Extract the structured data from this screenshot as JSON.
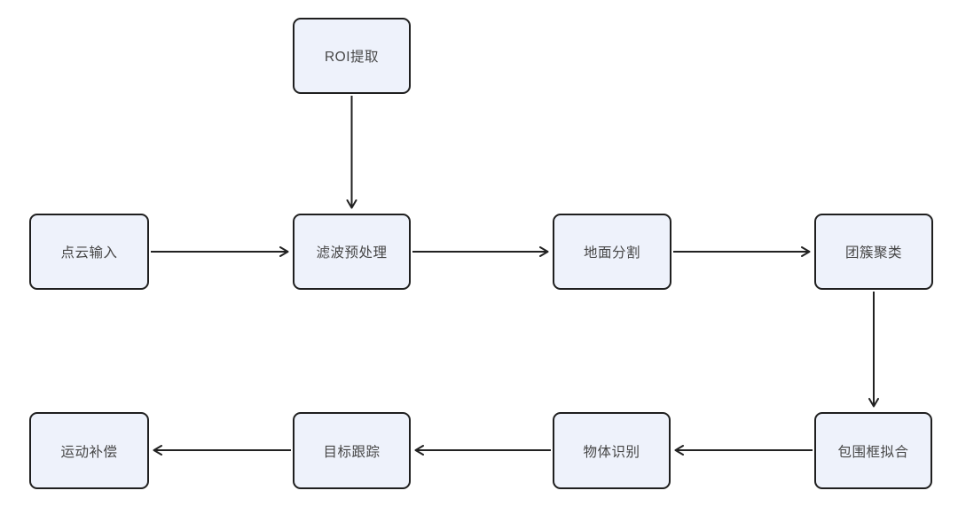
{
  "diagram": {
    "type": "flowchart",
    "nodes": [
      {
        "id": "roi",
        "label": "ROI提取"
      },
      {
        "id": "pointcloud",
        "label": "点云输入"
      },
      {
        "id": "filter",
        "label": "滤波预处理"
      },
      {
        "id": "ground",
        "label": "地面分割"
      },
      {
        "id": "cluster",
        "label": "团簇聚类"
      },
      {
        "id": "bbox",
        "label": "包围框拟合"
      },
      {
        "id": "object",
        "label": "物体识别"
      },
      {
        "id": "track",
        "label": "目标跟踪"
      },
      {
        "id": "motion",
        "label": "运动补偿"
      }
    ],
    "edges": [
      {
        "from": "ROI提取",
        "to": "滤波预处理",
        "direction": "down"
      },
      {
        "from": "点云输入",
        "to": "滤波预处理",
        "direction": "right"
      },
      {
        "from": "滤波预处理",
        "to": "地面分割",
        "direction": "right"
      },
      {
        "from": "地面分割",
        "to": "团簇聚类",
        "direction": "right"
      },
      {
        "from": "团簇聚类",
        "to": "包围框拟合",
        "direction": "down"
      },
      {
        "from": "包围框拟合",
        "to": "物体识别",
        "direction": "left"
      },
      {
        "from": "物体识别",
        "to": "目标跟踪",
        "direction": "left"
      },
      {
        "from": "目标跟踪",
        "to": "运动补偿",
        "direction": "left"
      }
    ],
    "colors": {
      "background": "#ffffff",
      "node_fill": "#eef2fb",
      "node_border": "#1f1f1f",
      "arrow": "#222222",
      "text": "#464646"
    }
  }
}
